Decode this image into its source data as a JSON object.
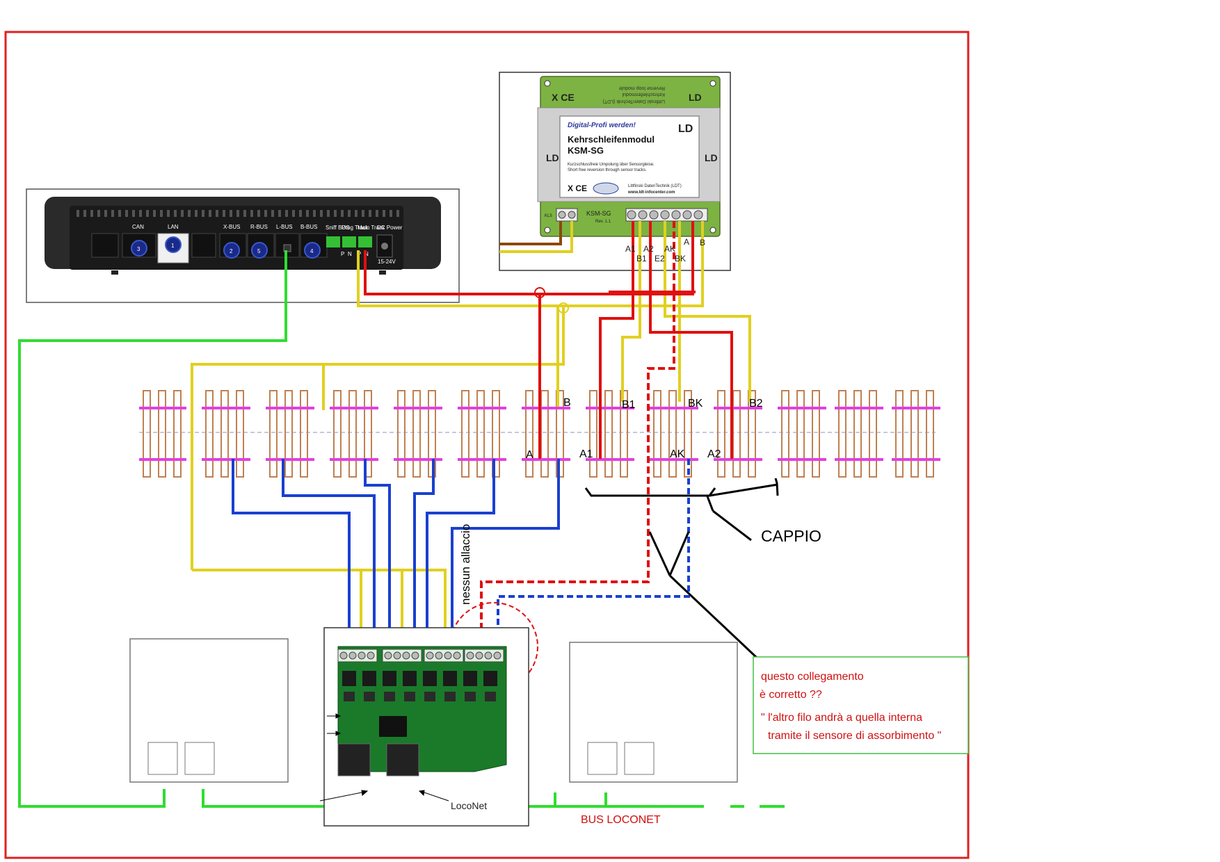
{
  "colors": {
    "border": "#e02020",
    "rail": "#e040e0",
    "sleeper": "#c08050",
    "red_wire": "#e01010",
    "yellow_wire": "#e0d020",
    "green_wire": "#30dd30",
    "blue_wire": "#1a40d0",
    "brown_wire": "#8a4a10",
    "black_wire": "#000000",
    "note_border": "#40c040",
    "note_text": "#d01010",
    "pcb_green": "#1a7a2a"
  },
  "command_station": {
    "ports": [
      "CAN",
      "LAN",
      "X-BUS",
      "R-BUS",
      "L-BUS",
      "B-BUS",
      "Sniff BUS",
      "Prog Track",
      "Main Track",
      "DC Power"
    ],
    "port_numbers": [
      "3",
      "1",
      "2",
      "5",
      "4"
    ],
    "pin_labels": [
      "P",
      "N",
      "P",
      "N"
    ],
    "power_label": "15-24V"
  },
  "reverse_module": {
    "tagline": "Digital-Profi werden!",
    "title_line1": "Kehrschleifenmodul",
    "title_line2": "KSM-SG",
    "desc_line1": "Kurzschlussfreie Umpolung über Sensorgleise.",
    "desc_line2": "Short free reversion through sensor tracks.",
    "maker": "Littfinski DatenTechnik (LDT)",
    "url": "www.ldt-infocenter.com",
    "mirrored_line1": "Littfinski DatenTechnik (LDT)",
    "mirrored_line2": "Kehrschleifenmodul",
    "mirrored_line3": "Reverse loop module",
    "board_label": "KSM-SG",
    "board_rev": "Rev. 1.1",
    "kl5": "KL5",
    "terminal_labels_top": [
      "A1",
      "A2",
      "AK",
      "A"
    ],
    "terminal_labels_bottom": [
      "B1",
      "E2",
      "BK",
      "B"
    ]
  },
  "track_labels": {
    "B": "B",
    "B1": "B1",
    "BK": "BK",
    "B2": "B2",
    "A": "A",
    "A1": "A1",
    "AK": "AK",
    "A2": "A2"
  },
  "annotations": {
    "loop": "CAPPIO",
    "no_connection": "nessun allaccio",
    "loconet": "LocoNet",
    "bus": "BUS LOCONET"
  },
  "note": {
    "line1": "questo collegamento",
    "line2": "è corretto ??",
    "line3": "\" l'altro filo andrà  a quella interna",
    "line4": "tramite il sensore  di assorbimento \""
  }
}
